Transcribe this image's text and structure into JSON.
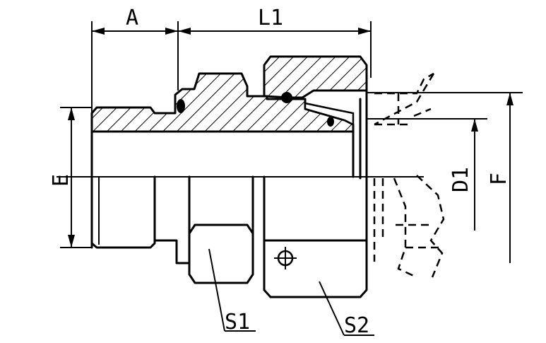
{
  "labels": {
    "a": "A",
    "l1": "L1",
    "e": "E",
    "d1": "D1",
    "f": "F",
    "s1": "S1",
    "s2": "S2"
  },
  "colors": {
    "ink": "#000000",
    "background": "#ffffff"
  }
}
